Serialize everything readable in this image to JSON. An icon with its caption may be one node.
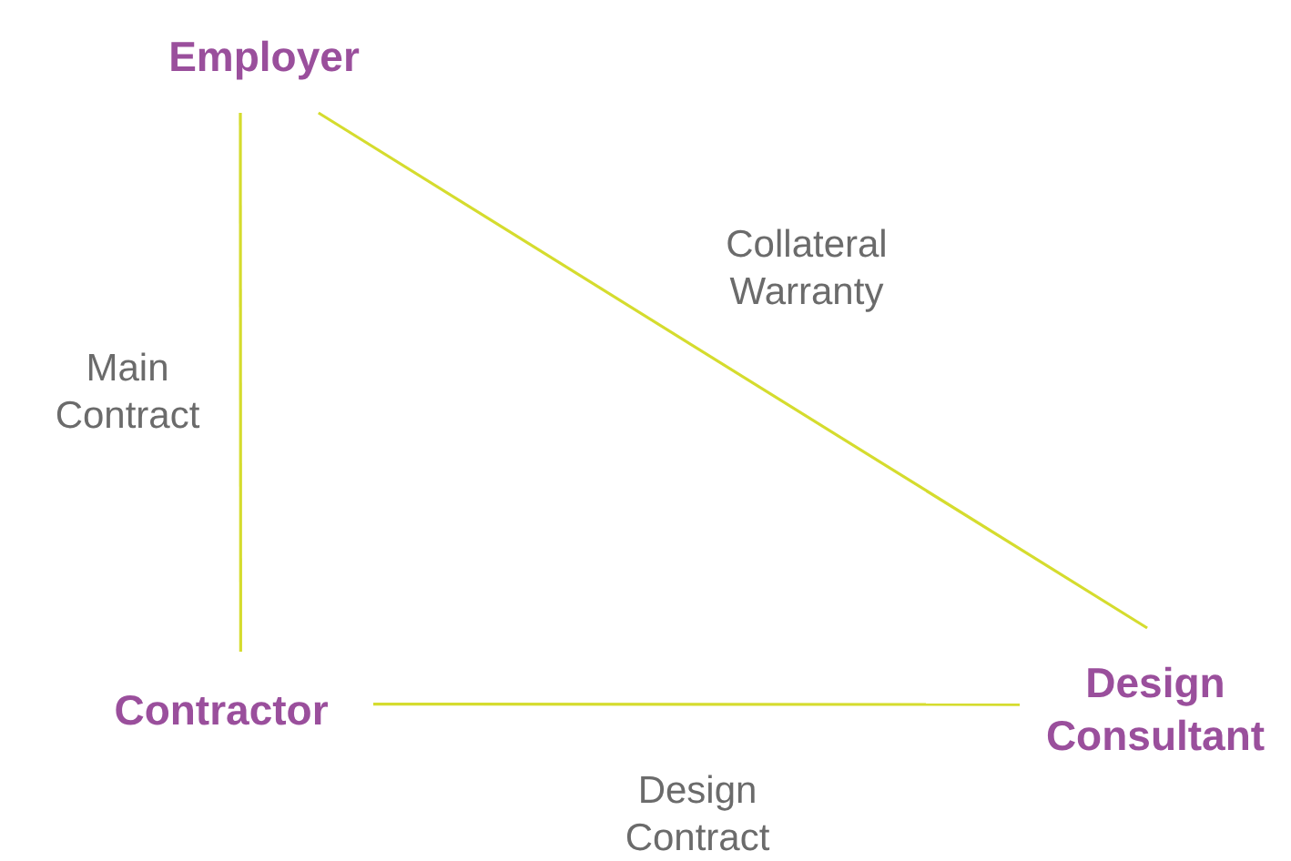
{
  "diagram": {
    "nodes": [
      {
        "text": [
          "Employer"
        ]
      },
      {
        "text": [
          "Contractor"
        ]
      },
      {
        "text": [
          "Design Consultant"
        ]
      }
    ],
    "edges": [
      {
        "from": 0,
        "to": 1,
        "arrow": "none",
        "label": "Main Contract"
      },
      {
        "from": 0,
        "to": 2,
        "arrow": "none",
        "label": "Collateral Warranty"
      },
      {
        "from": 1,
        "to": 2,
        "arrow": "none",
        "label": "Design Contract"
      }
    ]
  }
}
